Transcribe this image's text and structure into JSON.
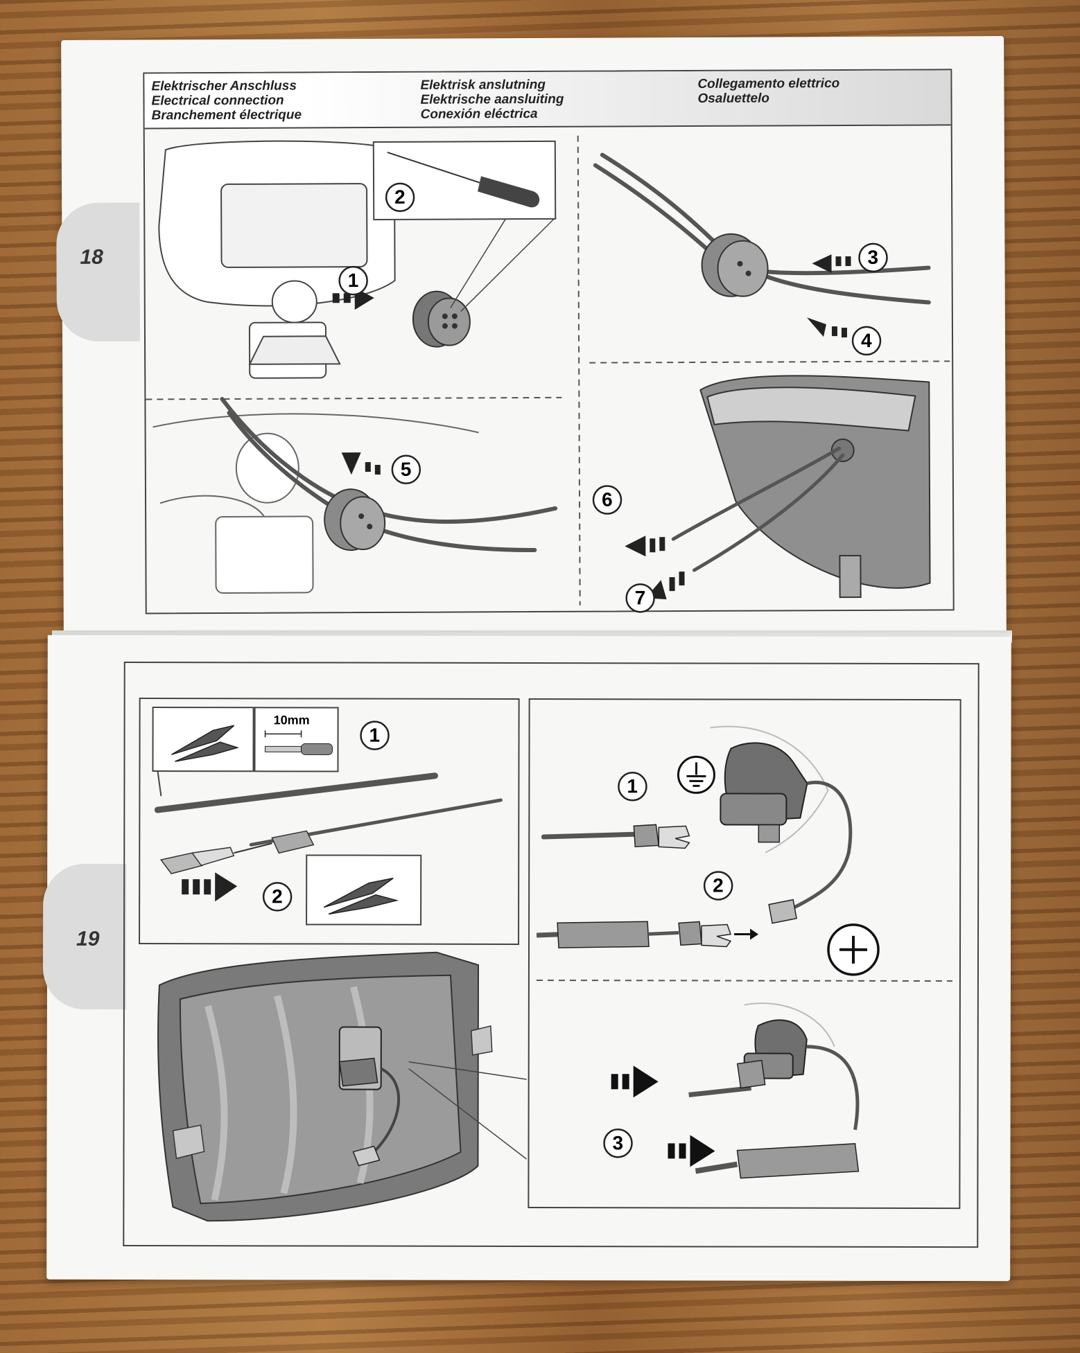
{
  "header": {
    "col1": [
      "Elektrischer Anschluss",
      "Electrical connection",
      "Branchement électrique"
    ],
    "col2": [
      "Elektrisk anslutning",
      "Elektrische aansluiting",
      "Conexión eléctrica"
    ],
    "col3": [
      "Collegamento elettrico",
      "Osaluettelo"
    ]
  },
  "pages": {
    "top_number": "18",
    "bottom_number": "19"
  },
  "top_steps": {
    "s1": "1",
    "s2": "2",
    "s3": "3",
    "s4": "4",
    "s5": "5",
    "s6": "6",
    "s7": "7"
  },
  "bottom_steps": {
    "left1": "1",
    "left2": "2",
    "right1": "1",
    "right2": "2",
    "right3": "3"
  },
  "strip_label": "10mm",
  "symbols": {
    "ground": "ground-symbol",
    "plus": "plus-symbol"
  },
  "colors": {
    "paper": "#f7f7f5",
    "ink": "#333333",
    "header_gradient_end": "#d9d9d9"
  }
}
